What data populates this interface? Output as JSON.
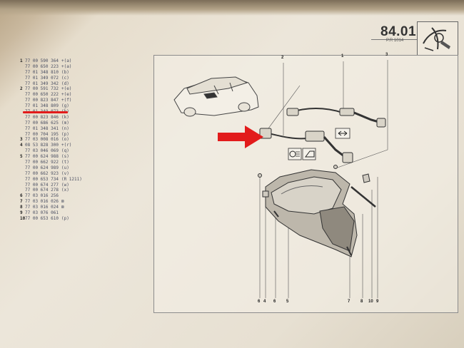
{
  "header": {
    "page_number": "84.01",
    "subcode": "P.R 1014"
  },
  "parts_list": [
    {
      "pos": "1",
      "ref": "77 00 590 364",
      "suffix": "+(a)"
    },
    {
      "pos": "",
      "ref": "77 00 650 223",
      "suffix": "+(a)"
    },
    {
      "pos": "",
      "ref": "77 01 348 810",
      "suffix": "(b)"
    },
    {
      "pos": "",
      "ref": "77 01 349 072",
      "suffix": "(c)"
    },
    {
      "pos": "",
      "ref": "77 01 349 342",
      "suffix": "(d)"
    },
    {
      "pos": "2",
      "ref": "77 00 591 732",
      "suffix": "+(e)"
    },
    {
      "pos": "",
      "ref": "77 00 650 222",
      "suffix": "+(e)"
    },
    {
      "pos": "",
      "ref": "77 00 823 847",
      "suffix": "+(f)"
    },
    {
      "pos": "",
      "ref": "77 01 348 809",
      "suffix": "(g)"
    },
    {
      "pos": "",
      "ref": "77 01 349 073",
      "suffix": "(h)"
    },
    {
      "pos": "",
      "ref": "77 00 823 846",
      "suffix": "(k)"
    },
    {
      "pos": "",
      "ref": "77 00 686 625",
      "suffix": "(m)"
    },
    {
      "pos": "",
      "ref": "77 01 348 341",
      "suffix": "(n)"
    },
    {
      "pos": "",
      "ref": "77 00 704 195",
      "suffix": "(p)"
    },
    {
      "pos": "3",
      "ref": "77 03 008 016",
      "suffix": "(o)"
    },
    {
      "pos": "4",
      "ref": "08 53 828 300",
      "suffix": "+(r)"
    },
    {
      "pos": "",
      "ref": "77 03 046 069",
      "suffix": "(q)"
    },
    {
      "pos": "5",
      "ref": "77 00 624 988",
      "suffix": "(s)"
    },
    {
      "pos": "",
      "ref": "77 00 662 922",
      "suffix": "(t)"
    },
    {
      "pos": "",
      "ref": "77 00 624 989",
      "suffix": "(u)"
    },
    {
      "pos": "",
      "ref": "77 00 662 923",
      "suffix": "(v)"
    },
    {
      "pos": "",
      "ref": "77 00 653 734",
      "suffix": "(R 1211)"
    },
    {
      "pos": "",
      "ref": "77 00 674 277",
      "suffix": "(w)"
    },
    {
      "pos": "",
      "ref": "77 00 674 278",
      "suffix": "(x)"
    },
    {
      "pos": "6",
      "ref": "77 03 016 256",
      "suffix": ""
    },
    {
      "pos": "7",
      "ref": "77 03 016 026",
      "suffix": "⊠"
    },
    {
      "pos": "8",
      "ref": "77 03 016 024",
      "suffix": "⊠"
    },
    {
      "pos": "9",
      "ref": "77 03 076 061",
      "suffix": ""
    },
    {
      "pos": "10",
      "ref": "77 00 653 610",
      "suffix": "(p)"
    }
  ],
  "callouts": {
    "top": [
      "2",
      "1",
      "3"
    ],
    "bottom": [
      "6",
      "4",
      "6",
      "5",
      "7",
      "8",
      "10",
      "9"
    ]
  },
  "colors": {
    "highlight": "#e21b1b",
    "ink": "#4a4f62"
  },
  "icons": [
    "headlight-icon",
    "horn-icon",
    "indicator-arrows-icon",
    "car-icon"
  ]
}
